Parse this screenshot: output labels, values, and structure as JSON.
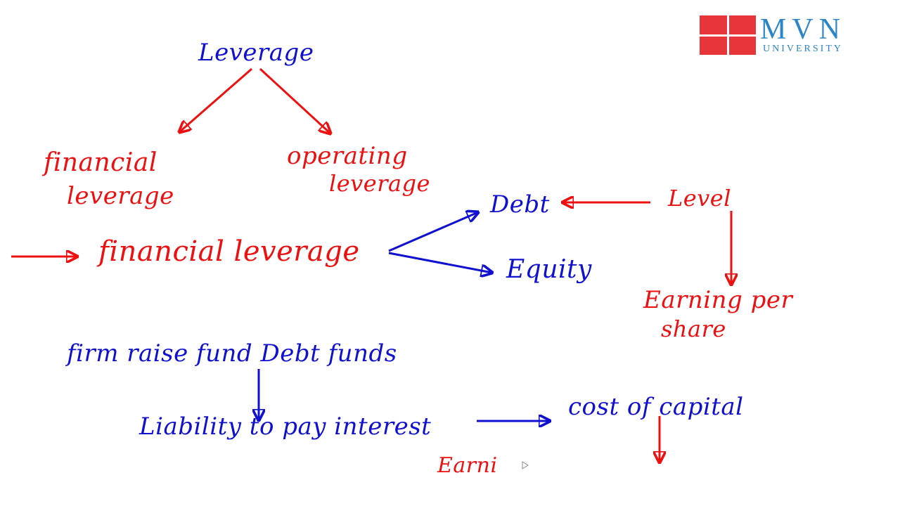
{
  "logo": {
    "main": "MVN",
    "sub": "UNIVERSITY",
    "emblem_color": "#e8353a",
    "text_color": "#2a86c8"
  },
  "colors": {
    "blue_ink": "#1010d0",
    "red_ink": "#ee1010",
    "background": "#ffffff"
  },
  "diagram": {
    "root": "Leverage",
    "branches": {
      "left": "financial leverage",
      "left_line1": "financial",
      "left_line2": "leverage",
      "right_line1": "operating",
      "right_line2": "leverage"
    },
    "focus": {
      "label": "financial leverage",
      "targets": [
        "Debt",
        "Equity"
      ]
    },
    "level": {
      "label": "Level",
      "result_line1": "Earning per",
      "result_line2": "share"
    },
    "flow": {
      "step1": "firm raise fund Debt funds",
      "step2": "Liability to pay interest",
      "step3": "cost of capital",
      "partial": "Earni"
    }
  }
}
